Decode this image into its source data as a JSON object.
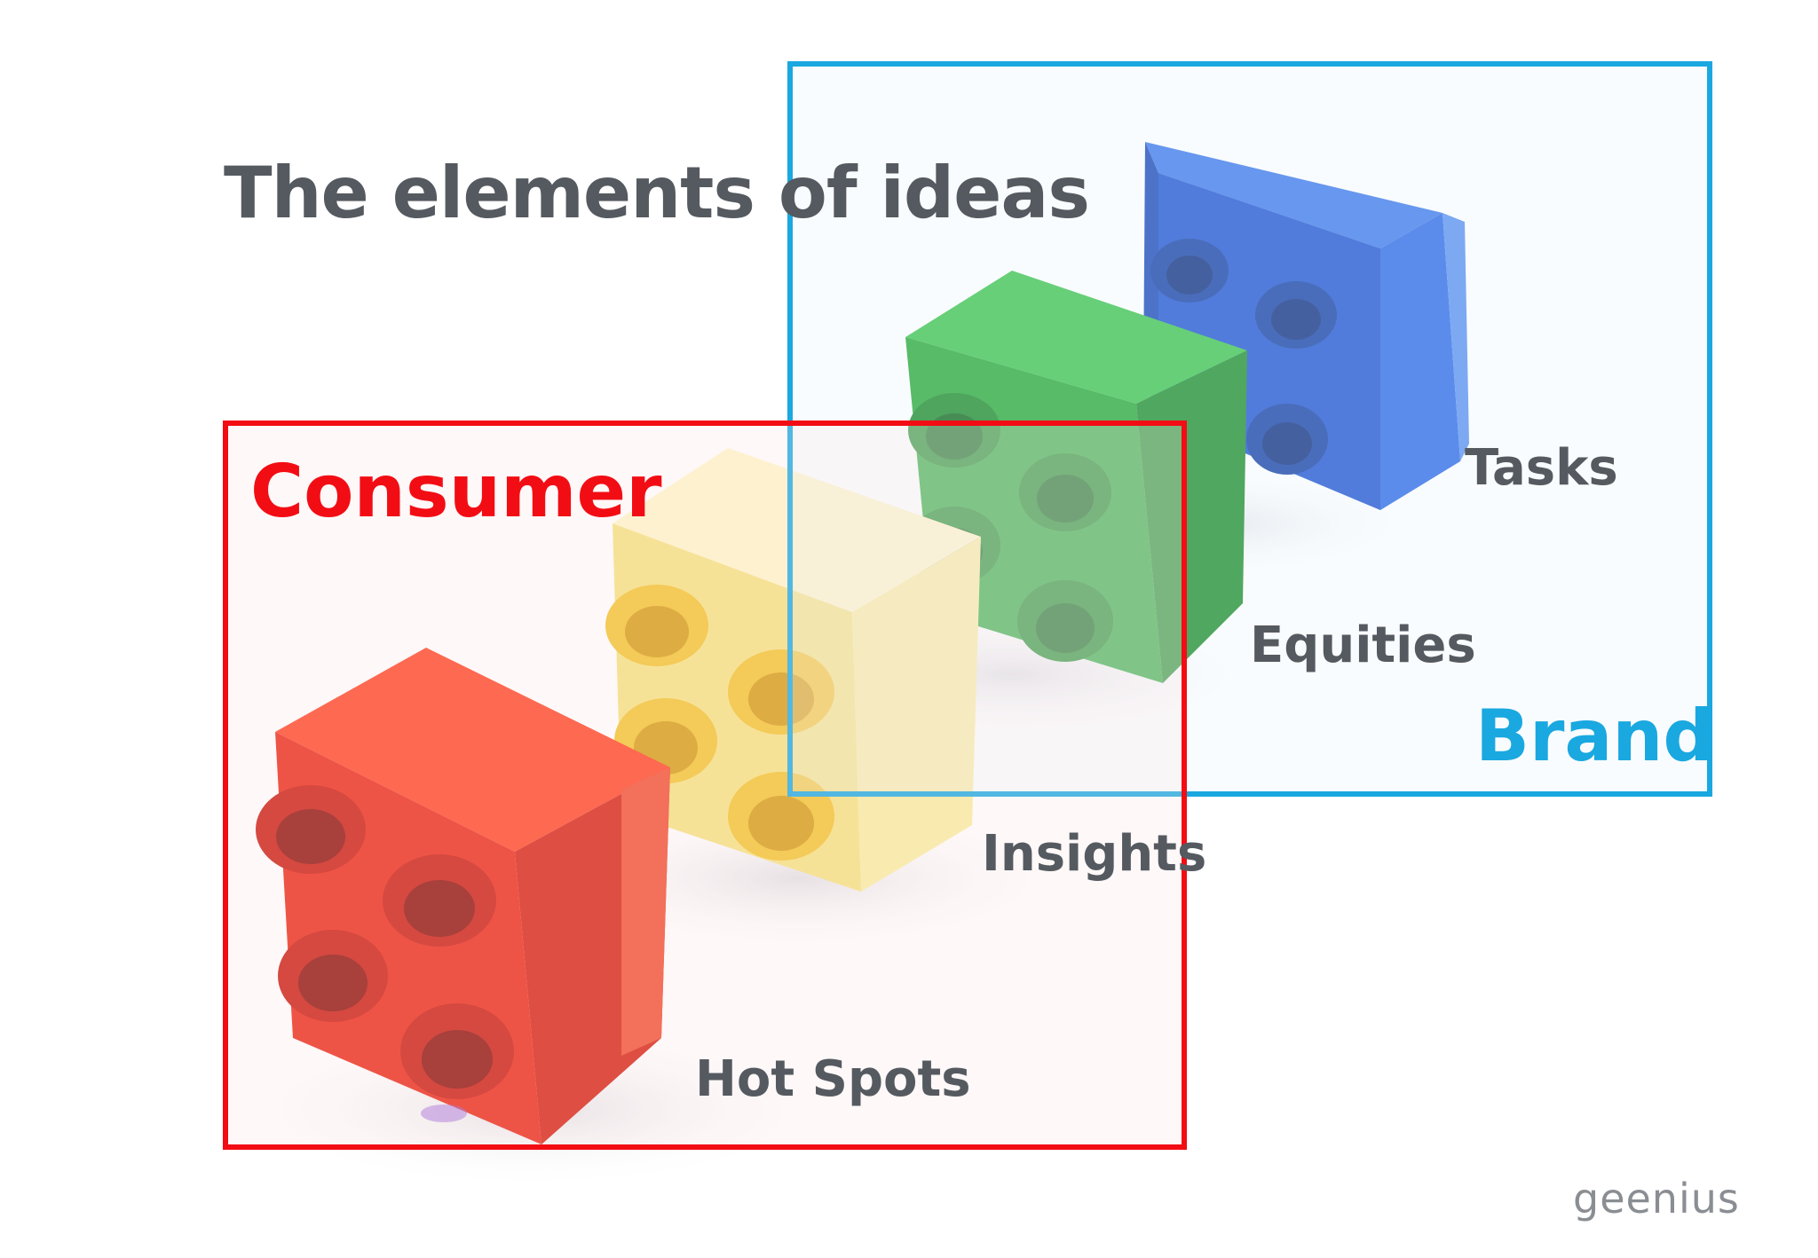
{
  "title": "The elements of  ideas",
  "consumer": {
    "label": "Consumer",
    "color": "#f20d14",
    "items": [
      "Insights",
      "Hot Spots"
    ]
  },
  "brand": {
    "label": "Brand",
    "color": "#1aa8e0",
    "items": [
      "Tasks",
      "Equities"
    ]
  },
  "blocks": [
    {
      "name": "red-brick",
      "color": "#ea2412"
    },
    {
      "name": "yellow-brick",
      "color": "#f4e27e"
    },
    {
      "name": "green-brick",
      "color": "#27a837"
    },
    {
      "name": "blue-brick",
      "color": "#1f55d0"
    }
  ],
  "logo": {
    "text": "geenius",
    "accent_color": "#e0282a"
  }
}
